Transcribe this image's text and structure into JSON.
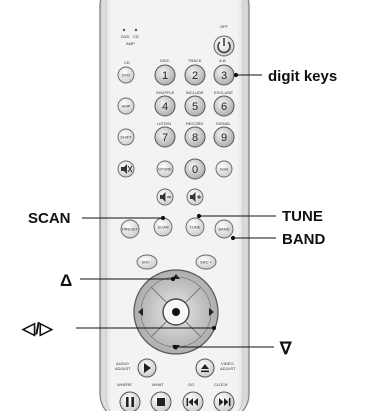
{
  "remote": {
    "top_labels": {
      "dvd": "DVD",
      "cd": "CD",
      "amp": "AMP",
      "off": "OFF"
    },
    "mode_buttons": {
      "cd": "CD",
      "dvd": "DVD",
      "amp": "AMP",
      "shift": "SHIFT"
    },
    "digit_caps": {
      "c1": "DISC",
      "c2": "TRACK",
      "c3": "A-B",
      "c4": "SHUFFLE",
      "c5": "INCLUDE",
      "c6": "EXCLUDE",
      "c7": "LISTEN",
      "c8": "RECORD",
      "c9": "SIGNAL"
    },
    "digits": [
      "1",
      "2",
      "3",
      "4",
      "5",
      "6",
      "7",
      "8",
      "9",
      "0"
    ],
    "store": "STORE",
    "scan": "SCAN",
    "tune": "TUNE",
    "band": "BAND",
    "preset": "PRESET",
    "subpage": "SUB",
    "src_minus": "SRC -",
    "src_plus": "SRC +",
    "audio_adjust": [
      "AUDIO",
      "ADJUST"
    ],
    "video_adjust": [
      "VIDEO",
      "ADJUST"
    ],
    "transport_caps": [
      "WHERE",
      "WHAT",
      "GO",
      "CLOCK"
    ]
  },
  "callouts": {
    "digit_keys": "digit keys",
    "scan": "SCAN",
    "tune": "TUNE",
    "band": "BAND",
    "up": "Δ",
    "left_right": "◁/▷",
    "down": "∇"
  }
}
